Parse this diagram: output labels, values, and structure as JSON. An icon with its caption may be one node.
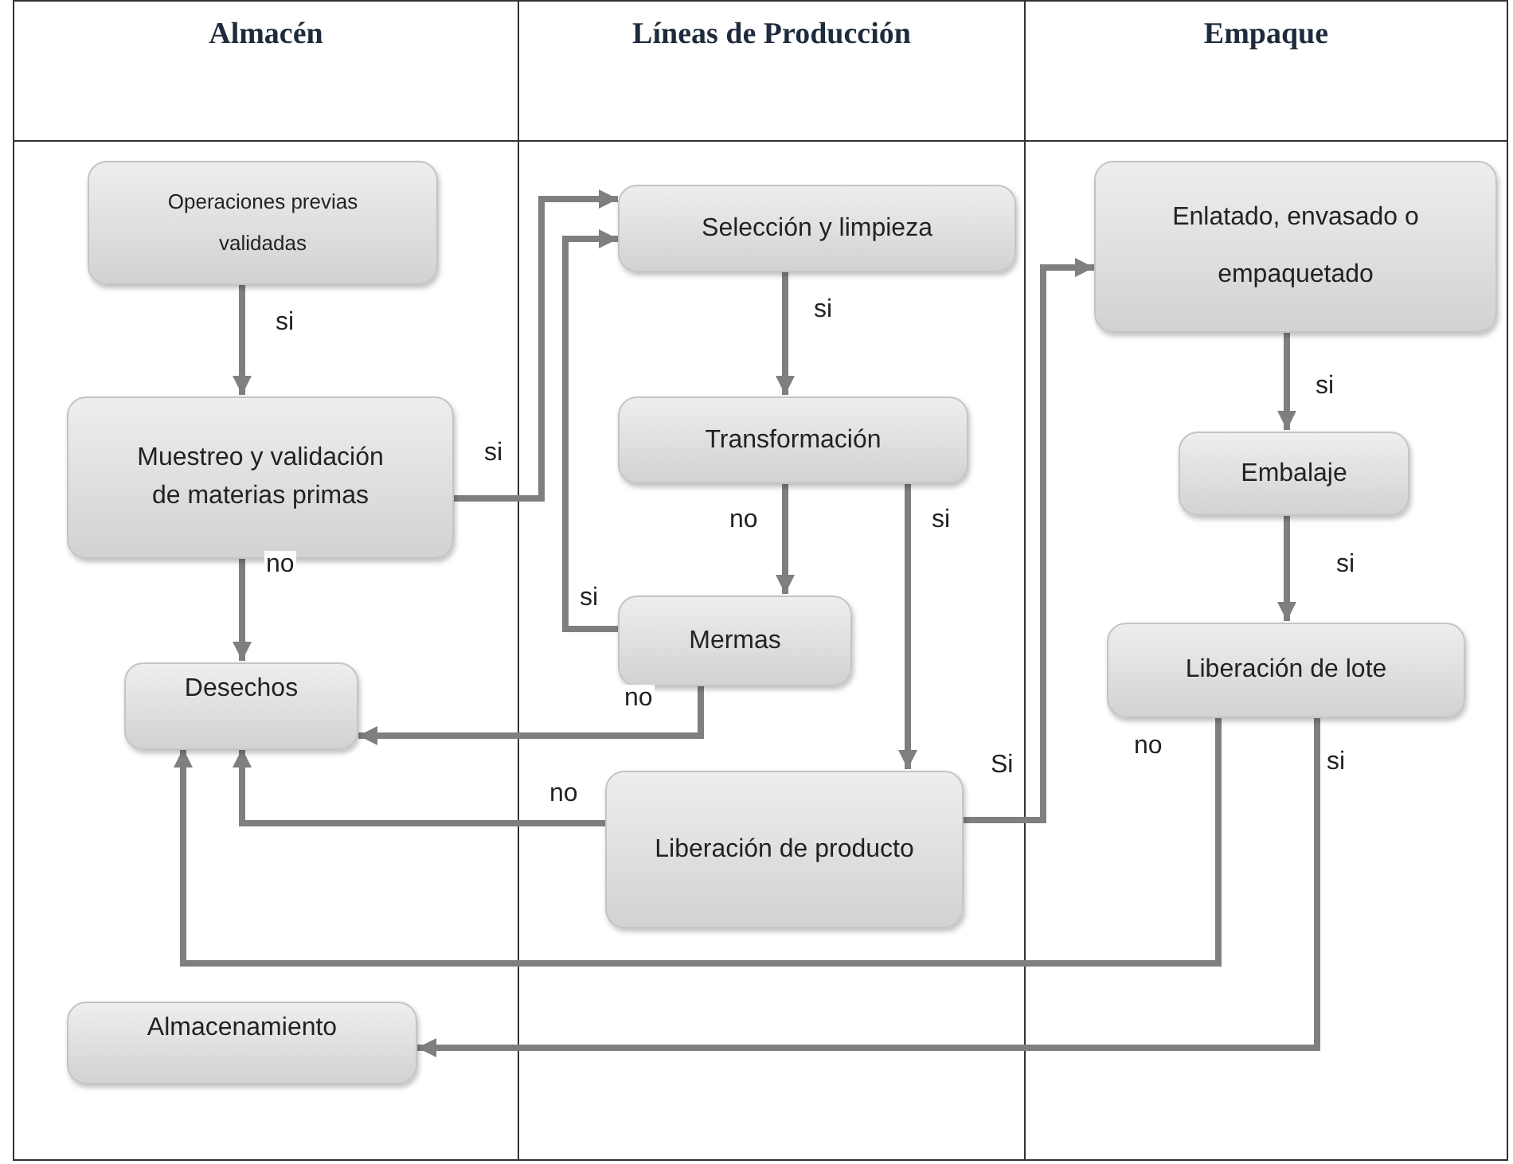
{
  "diagram": {
    "nodes": [
      {
        "text": [
          "Almacén"
        ]
      },
      {
        "text": [
          "Líneas de Producción"
        ]
      },
      {
        "text": [
          "Empaque"
        ]
      },
      {
        "text": [
          "Operaciones previas validadas"
        ],
        "in": 0
      },
      {
        "text": [
          "Muestreo y validación de materias primas"
        ],
        "in": 0
      },
      {
        "text": [
          "Desechos"
        ],
        "in": 0
      },
      {
        "text": [
          "Almacenamiento"
        ],
        "in": 0
      },
      {
        "text": [
          "Selección y limpieza"
        ],
        "in": 1
      },
      {
        "text": [
          "Transformación"
        ],
        "in": 1
      },
      {
        "text": [
          "Mermas"
        ],
        "in": 1
      },
      {
        "text": [
          "Liberación de producto"
        ],
        "in": 1
      },
      {
        "text": [
          "Enlatado, envasado o empaquetado"
        ],
        "in": 2
      },
      {
        "text": [
          "Embalaje"
        ],
        "in": 2
      },
      {
        "text": [
          "Liberación de lote"
        ],
        "in": 2
      }
    ],
    "edges": [
      {
        "from": 3,
        "to": 4,
        "arrow": "to",
        "label": "si"
      },
      {
        "from": 4,
        "to": 7,
        "arrow": "to",
        "label": "si"
      },
      {
        "from": 4,
        "to": 5,
        "arrow": "to",
        "label": "no"
      },
      {
        "from": 9,
        "to": 7,
        "arrow": "to",
        "label": "si"
      },
      {
        "from": 7,
        "to": 8,
        "arrow": "to",
        "label": "si"
      },
      {
        "from": 8,
        "to": 9,
        "arrow": "to",
        "label": "no"
      },
      {
        "from": 8,
        "to": 10,
        "arrow": "to",
        "label": "si"
      },
      {
        "from": 9,
        "to": 5,
        "arrow": "to",
        "label": "no"
      },
      {
        "from": 10,
        "to": 5,
        "arrow": "to",
        "label": "no"
      },
      {
        "from": 10,
        "to": 11,
        "arrow": "to",
        "label": "Si"
      },
      {
        "from": 11,
        "to": 12,
        "arrow": "to",
        "label": "si"
      },
      {
        "from": 12,
        "to": 13,
        "arrow": "to",
        "label": "si"
      },
      {
        "from": 13,
        "to": 5,
        "arrow": "to",
        "label": "no"
      },
      {
        "from": 13,
        "to": 6,
        "arrow": "to",
        "label": "si"
      }
    ]
  }
}
